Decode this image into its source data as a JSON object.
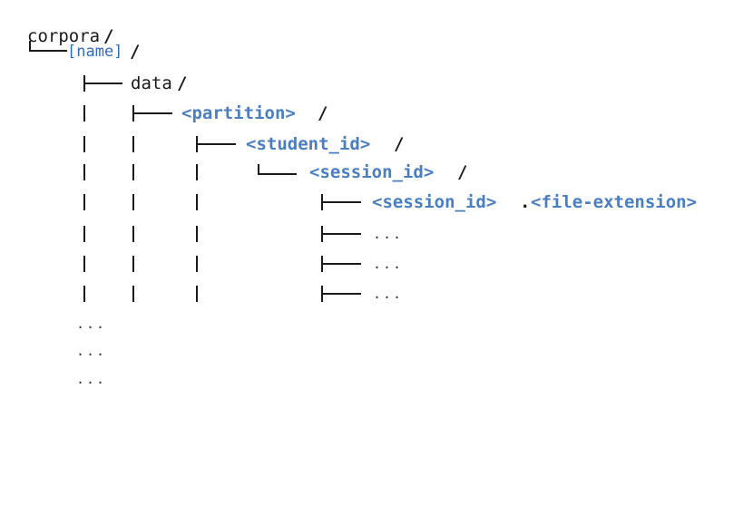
{
  "tree": {
    "root": {
      "name": "corpora",
      "slash": "/"
    },
    "name_dir": {
      "name": "[name]",
      "slash": "/"
    },
    "data_dir": {
      "name": "data",
      "slash": "/"
    },
    "partition_dir": {
      "name": "<partition>",
      "slash": "/"
    },
    "student_dir": {
      "name": "<student_id>",
      "slash": "/"
    },
    "session_dir": {
      "name": "<session_id>",
      "slash": "/"
    },
    "file": {
      "name_a": "<session_id>",
      "dot": ".",
      "name_b": "<file-extension>"
    },
    "ellipsis": "...",
    "colors": {
      "text": "#1a1a1a",
      "link": "#2f6cc4",
      "accent": "#4a7ec2"
    }
  }
}
